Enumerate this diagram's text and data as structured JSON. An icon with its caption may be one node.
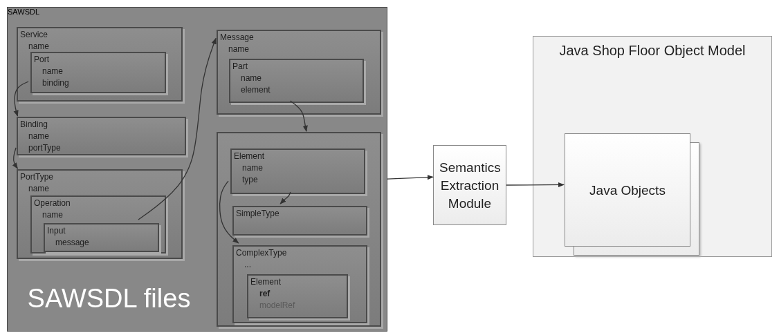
{
  "diagram": {
    "nodes": [
      {
        "text": [
          "SAWSDL"
        ]
      },
      {
        "text": [
          "Service",
          "name"
        ],
        "in": 0
      },
      {
        "text": [
          "Port",
          "name",
          "binding"
        ],
        "in": 1
      },
      {
        "text": [
          "Binding",
          "name",
          "portType"
        ],
        "in": 0
      },
      {
        "text": [
          "PortType",
          "name"
        ],
        "in": 0
      },
      {
        "text": [
          "Operation",
          "name"
        ],
        "in": 4
      },
      {
        "text": [
          "Input",
          "message"
        ],
        "in": 5
      },
      {
        "text": [
          "Message",
          "name"
        ],
        "in": 0
      },
      {
        "text": [
          "Part",
          "name",
          "element"
        ],
        "in": 7
      },
      {
        "text": [],
        "shape": "box",
        "in": 0
      },
      {
        "text": [
          "Element",
          "name",
          "type"
        ],
        "in": 9
      },
      {
        "text": [
          "SimpleType"
        ],
        "in": 9
      },
      {
        "text": [
          "ComplexType",
          "..."
        ],
        "in": 9
      },
      {
        "text": [
          "Element",
          "ref",
          "modelRef"
        ],
        "in": 12
      },
      {
        "text": [
          "Semantics Extraction Module"
        ]
      },
      {
        "text": [
          "Java Shop Floor Object Model"
        ]
      },
      {
        "text": [
          "Java Objects"
        ],
        "in": 15
      }
    ],
    "edges": [
      {
        "from": 2,
        "to": 3,
        "arrow": "to"
      },
      {
        "from": 3,
        "to": 4,
        "arrow": "to"
      },
      {
        "from": 6,
        "to": 7,
        "arrow": "to"
      },
      {
        "from": 8,
        "to": 9,
        "arrow": "to"
      },
      {
        "from": 10,
        "to": 11,
        "arrow": "to"
      },
      {
        "from": 10,
        "to": 12,
        "arrow": "to"
      },
      {
        "from": 0,
        "to": 14,
        "arrow": "to"
      },
      {
        "from": 14,
        "to": 16,
        "arrow": "to"
      }
    ],
    "labels": [
      "SAWSDL files"
    ]
  }
}
